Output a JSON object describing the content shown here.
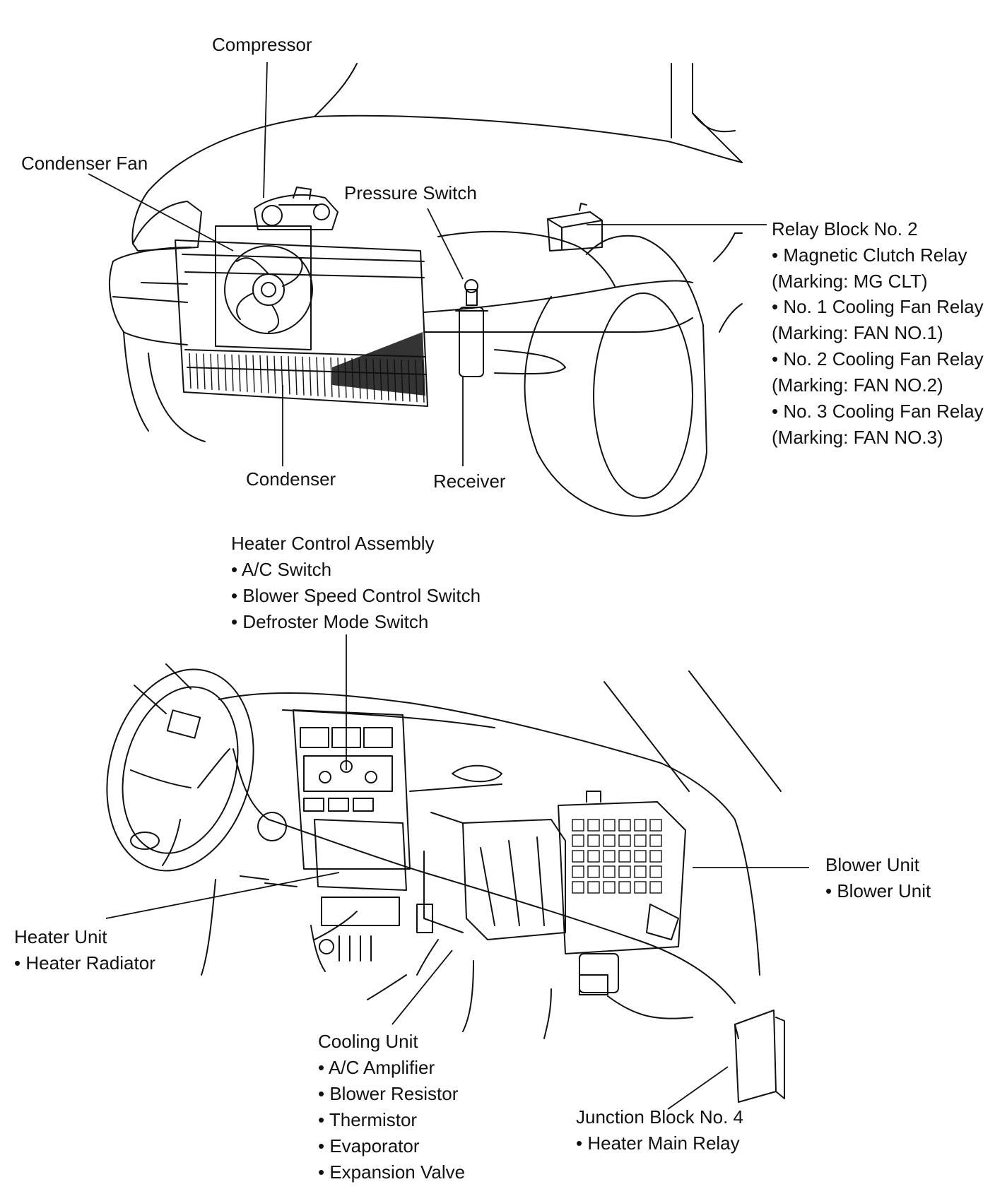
{
  "labels": {
    "compressor": "Compressor",
    "condenser_fan": "Condenser Fan",
    "pressure_switch": "Pressure Switch",
    "relay_block": {
      "title": "Relay Block No. 2",
      "items": [
        "• Magnetic Clutch Relay",
        "(Marking: MG CLT)",
        "• No. 1 Cooling Fan Relay",
        "(Marking: FAN NO.1)",
        "• No. 2 Cooling Fan Relay",
        "(Marking: FAN NO.2)",
        "• No. 3 Cooling Fan Relay",
        "(Marking: FAN NO.3)"
      ]
    },
    "condenser": "Condenser",
    "receiver": "Receiver",
    "heater_control": {
      "title": "Heater Control Assembly",
      "items": [
        "• A/C Switch",
        "• Blower Speed Control Switch",
        "• Defroster Mode Switch"
      ]
    },
    "blower_unit": {
      "title": "Blower Unit",
      "items": [
        "• Blower Unit"
      ]
    },
    "heater_unit": {
      "title": "Heater Unit",
      "items": [
        "• Heater Radiator"
      ]
    },
    "cooling_unit": {
      "title": "Cooling Unit",
      "items": [
        "• A/C Amplifier",
        "• Blower Resistor",
        "• Thermistor",
        "• Evaporator",
        "• Expansion Valve"
      ]
    },
    "junction_block": {
      "title": "Junction Block No. 4",
      "items": [
        "• Heater Main Relay"
      ]
    }
  }
}
